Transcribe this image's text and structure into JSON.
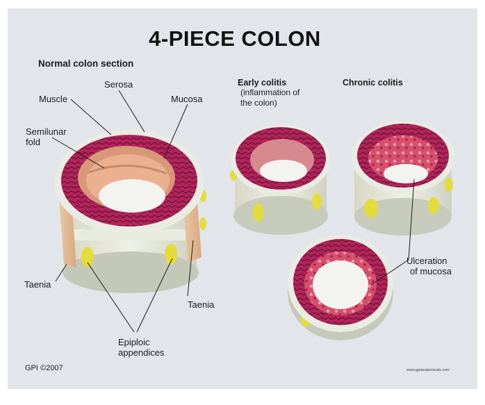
{
  "title": "4-PIECE COLON",
  "sections": {
    "normal": "Normal colon section",
    "early_title": "Early colitis",
    "early_sub1": "(inflammation of",
    "early_sub2": "the colon)",
    "chronic": "Chronic colitis"
  },
  "labels": {
    "serosa": "Serosa",
    "muscle": "Muscle",
    "mucosa": "Mucosa",
    "semilunar_1": "Semilunar",
    "semilunar_2": "fold",
    "taenia_left": "Taenia",
    "taenia_right": "Taenia",
    "epiploic_1": "Epiploic",
    "epiploic_2": "appendices",
    "ulceration_1": "Ulceration",
    "ulceration_2": "of mucosa"
  },
  "footer": {
    "copyright": "GPI ©2007",
    "website": "www.gpianatomicals.com"
  },
  "colors": {
    "background": "#e2e5e9",
    "serosa": "#e9ece2",
    "muscle": "#b3265c",
    "mucosa_normal": "#eab08f",
    "epiploic": "#e3dc3c"
  }
}
